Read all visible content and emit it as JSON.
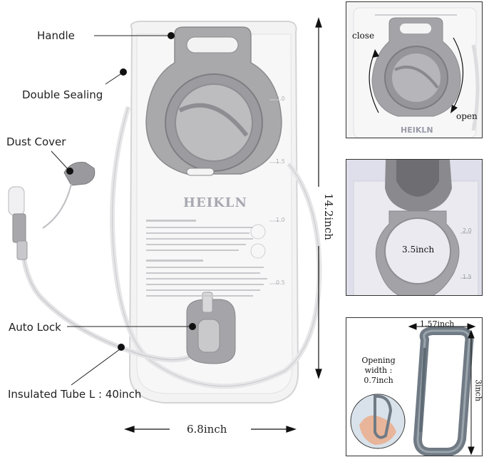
{
  "callouts": {
    "handle": "Handle",
    "double_sealing": "Double Sealing",
    "dust_cover": "Dust Cover",
    "auto_lock": "Auto Lock",
    "tube": "Insulated Tube L : 40inch"
  },
  "bladder": {
    "brand": "HEIKLN",
    "scale_marks": [
      "2.0",
      "1.5",
      "1.0",
      "0.5"
    ]
  },
  "dimensions": {
    "height": "14.2inch",
    "width": "6.8inch"
  },
  "panel_cap": {
    "brand": "HEIKLN",
    "close_label": "close",
    "open_label": "open"
  },
  "panel_ring": {
    "diameter": "3.5inch",
    "scale_marks": [
      "2.0",
      "1.5"
    ]
  },
  "panel_carabiner": {
    "width": "1.57inch",
    "height": "3inch",
    "opening_label": "Opening width : 0.7inch"
  },
  "colors": {
    "bladder_fill": "#f2f2f2",
    "cap_gray": "#8e8e8e",
    "carabiner": "#6f7a84",
    "ring_panel_bg": "#dcdde8"
  }
}
